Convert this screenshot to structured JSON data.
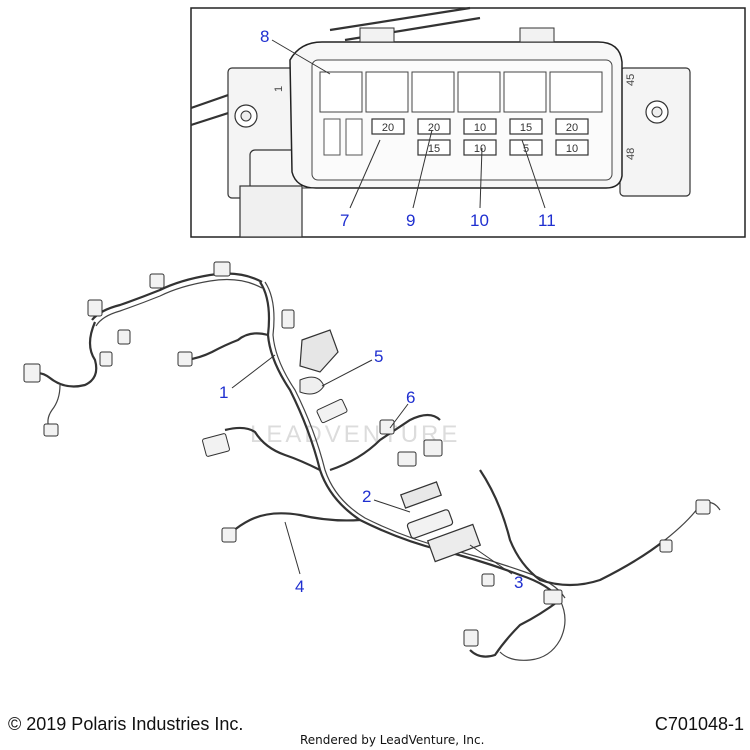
{
  "inset": {
    "callouts": [
      "8",
      "7",
      "9",
      "10",
      "11"
    ],
    "pin_labels": {
      "top_left": "1",
      "top_right": "45",
      "bottom_right": "48"
    },
    "fuses_top": [
      "20",
      "20",
      "10",
      "15",
      "20"
    ],
    "fuses_bottom": [
      "15",
      "10",
      "5",
      "10"
    ]
  },
  "main": {
    "callouts": [
      "1",
      "5",
      "6",
      "2",
      "3",
      "4"
    ],
    "watermark_text": "LEADVENTURE"
  },
  "footer": {
    "copyright": "© 2019 Polaris Industries Inc.",
    "rendered_by": "Rendered by LeadVenture, Inc.",
    "drawing_id": "C701048-1"
  },
  "colors": {
    "callout": "#1f2fd0",
    "line": "#333333",
    "inset_bg": "#ffffff"
  }
}
